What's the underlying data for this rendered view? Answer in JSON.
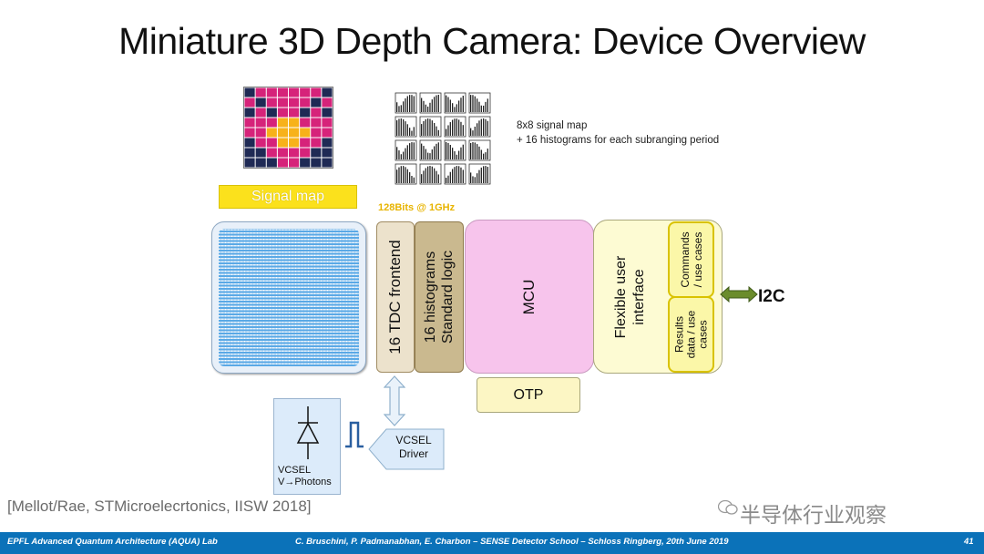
{
  "title": "Miniature 3D Depth Camera: Device Overview",
  "signal_map_label": "Signal map",
  "bits_label": "128Bits @ 1GHz",
  "signal_map_description": {
    "line1": "8x8 signal map",
    "line2": "+ 16 histograms for each subranging period"
  },
  "blocks": {
    "tdc": "16 TDC frontend",
    "histograms_line1": "16 histograms",
    "histograms_line2": "Standard logic",
    "mcu": "MCU",
    "interface_line1": "Flexible user",
    "interface_line2": "interface",
    "commands_line1": "Commands",
    "commands_line2": "/ use cases",
    "results_line1": "Results",
    "results_line2": "data / use",
    "results_line3": "cases",
    "otp": "OTP",
    "i2c": "I2C",
    "vcsel_driver_line1": "VCSEL",
    "vcsel_driver_line2": "Driver",
    "vcsel_line1": "VCSEL",
    "vcsel_line2": "V→Photons"
  },
  "citation": "[Mellot/Rae, STMicroelecrtonics, IISW 2018]",
  "watermark": "半导体行业观察",
  "footer": {
    "left": "EPFL Advanced Quantum Architecture (AQUA) Lab",
    "center": "C. Bruschini, P. Padmanabhan, E. Charbon – SENSE Detector School – Schloss Ringberg, 20th June 2019",
    "page": "41"
  },
  "colors": {
    "footer_bg": "#0b72b9",
    "signal_map_label_bg": "#fbe11c",
    "mcu_bg": "#f7c4ec",
    "interface_bg": "#fdfbd3",
    "tdc_bg": "#ece2cc",
    "histograms_bg": "#cab98f",
    "sensor_dots": "#5aa9e6"
  },
  "signal_map_pattern": [
    [
      2,
      1,
      1,
      1,
      1,
      1,
      1,
      2
    ],
    [
      1,
      2,
      1,
      1,
      1,
      1,
      2,
      1
    ],
    [
      2,
      1,
      2,
      1,
      1,
      2,
      1,
      2
    ],
    [
      1,
      1,
      1,
      3,
      3,
      1,
      1,
      1
    ],
    [
      1,
      1,
      3,
      3,
      3,
      3,
      1,
      1
    ],
    [
      2,
      1,
      1,
      3,
      3,
      1,
      1,
      2
    ],
    [
      2,
      2,
      1,
      1,
      1,
      1,
      2,
      2
    ],
    [
      2,
      2,
      2,
      1,
      1,
      2,
      2,
      2
    ]
  ]
}
